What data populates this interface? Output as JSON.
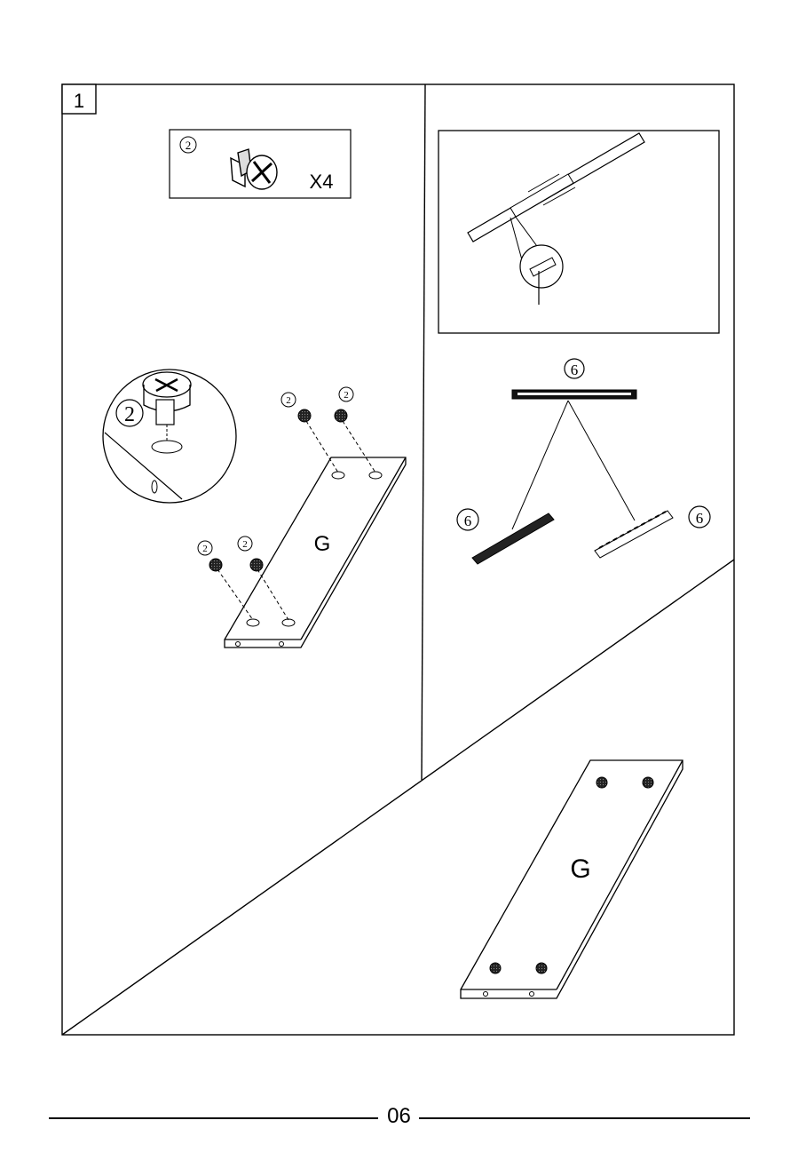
{
  "step": {
    "number": "1"
  },
  "parts_box": {
    "part_number": "2",
    "quantity": "X4"
  },
  "detail": {
    "part_number": "2"
  },
  "panel_left": {
    "label": "G",
    "top_cam_labels": [
      "2",
      "2"
    ],
    "bottom_cam_labels": [
      "2",
      "2"
    ]
  },
  "slide": {
    "assembled_label": "6",
    "left_part_label": "6",
    "right_part_label": "6"
  },
  "panel_final": {
    "label": "G"
  },
  "footer": {
    "page_number": "06"
  }
}
